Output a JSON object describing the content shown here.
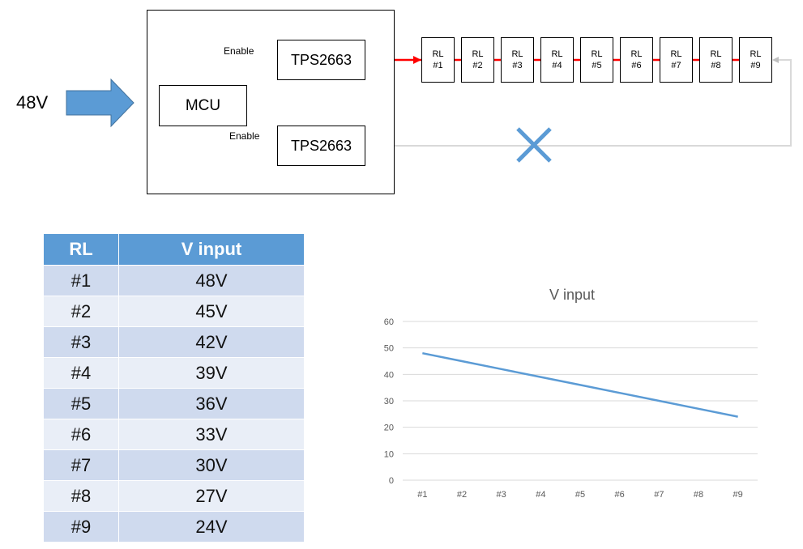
{
  "diagram": {
    "input_voltage": "48V",
    "mcu_label": "MCU",
    "enable_label_top": "Enable",
    "enable_label_bottom": "Enable",
    "tps_top_label": "TPS2663",
    "tps_bottom_label": "TPS2663",
    "relays": [
      {
        "line1": "RL",
        "line2": "#1"
      },
      {
        "line1": "RL",
        "line2": "#2"
      },
      {
        "line1": "RL",
        "line2": "#3"
      },
      {
        "line1": "RL",
        "line2": "#4"
      },
      {
        "line1": "RL",
        "line2": "#5"
      },
      {
        "line1": "RL",
        "line2": "#6"
      },
      {
        "line1": "RL",
        "line2": "#7"
      },
      {
        "line1": "RL",
        "line2": "#8"
      },
      {
        "line1": "RL",
        "line2": "#9"
      }
    ],
    "colors": {
      "active_line": "#ff0000",
      "inactive_line": "#d9d9d9",
      "enable_line": "#5b9bd5",
      "arrow_fill": "#5b9bd5",
      "cross": "#5b9bd5"
    }
  },
  "table": {
    "headers": [
      "RL",
      "V input"
    ],
    "rows": [
      [
        "#1",
        "48V"
      ],
      [
        "#2",
        "45V"
      ],
      [
        "#3",
        "42V"
      ],
      [
        "#4",
        "39V"
      ],
      [
        "#5",
        "36V"
      ],
      [
        "#6",
        "33V"
      ],
      [
        "#7",
        "30V"
      ],
      [
        "#8",
        "27V"
      ],
      [
        "#9",
        "24V"
      ]
    ],
    "header_color": "#5b9bd5"
  },
  "chart_data": {
    "type": "line",
    "title": "V input",
    "categories": [
      "#1",
      "#2",
      "#3",
      "#4",
      "#5",
      "#6",
      "#7",
      "#8",
      "#9"
    ],
    "series": [
      {
        "values": [
          48,
          45,
          42,
          39,
          36,
          33,
          30,
          27,
          24
        ],
        "color": "#5b9bd5"
      }
    ],
    "ylim": [
      0,
      60
    ],
    "yticks": [
      "0",
      "10",
      "20",
      "30",
      "40",
      "50",
      "60"
    ],
    "grid": true,
    "legend": "none"
  }
}
